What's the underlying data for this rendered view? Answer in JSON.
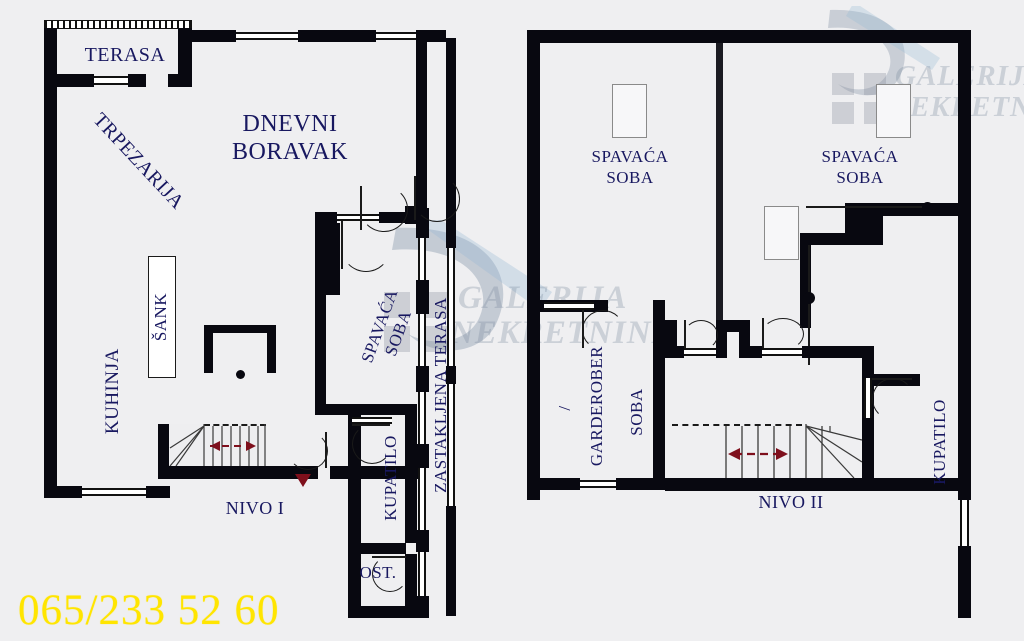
{
  "document": {
    "type": "floor-plan",
    "title": "Apartment floor plan — two levels",
    "background_color": "#efeff1",
    "wall_color": "#080810",
    "label_color": "#181860"
  },
  "contact": {
    "phone": "065/233 52 60",
    "phone_color": "#ffe500"
  },
  "watermark": {
    "line1": "GALERIJA",
    "line2": "NEKRETNINE",
    "color": "rgba(120,135,155,0.30)"
  },
  "levels": [
    {
      "id": "level-1",
      "label": "NIVO I"
    },
    {
      "id": "level-2",
      "label": "NIVO II"
    }
  ],
  "rooms": [
    {
      "id": "terasa",
      "label": "TERASA",
      "level": "NIVO I",
      "rotation": 0
    },
    {
      "id": "trpezarija",
      "label": "TRPEZARIJA",
      "level": "NIVO I",
      "rotation": 47
    },
    {
      "id": "dnevni-boravak",
      "label": "DNEVNI BORAVAK",
      "level": "NIVO I",
      "rotation": 0
    },
    {
      "id": "kuhinja",
      "label": "KUHINJA",
      "level": "NIVO I",
      "rotation": -90
    },
    {
      "id": "sank",
      "label": "ŠANK",
      "level": "NIVO I",
      "rotation": -90
    },
    {
      "id": "spavaca-soba-1",
      "label": "SPAVAĆA SOBA",
      "level": "NIVO I",
      "rotation": -70
    },
    {
      "id": "kupatilo-1",
      "label": "KUPATILO",
      "level": "NIVO I",
      "rotation": -90
    },
    {
      "id": "zastakljena-terasa",
      "label": "ZASTAKLJENA TERASA",
      "level": "NIVO I",
      "rotation": -90
    },
    {
      "id": "ostava",
      "label": "OST.",
      "level": "NIVO I",
      "rotation": 0
    },
    {
      "id": "spavaca-soba-2",
      "label": "SPAVAĆA SOBA",
      "level": "NIVO II",
      "rotation": 0
    },
    {
      "id": "spavaca-soba-3",
      "label": "SPAVAĆA SOBA",
      "level": "NIVO II",
      "rotation": 0
    },
    {
      "id": "garderober",
      "label": "GARDEROBER",
      "level": "NIVO II",
      "rotation": -90
    },
    {
      "id": "soba",
      "label": "SOBA",
      "level": "NIVO II",
      "rotation": -90
    },
    {
      "id": "separator",
      "label": "/",
      "level": "NIVO II",
      "rotation": -90
    },
    {
      "id": "kupatilo-2",
      "label": "KUPATILO",
      "level": "NIVO II",
      "rotation": -90
    }
  ],
  "elements": {
    "stair_arrow_color": "#7e0f1c",
    "entry_marker_color": "#7e0f1c",
    "window_fill": "#ffffff",
    "fixture_fill": "#f7f7f9"
  }
}
